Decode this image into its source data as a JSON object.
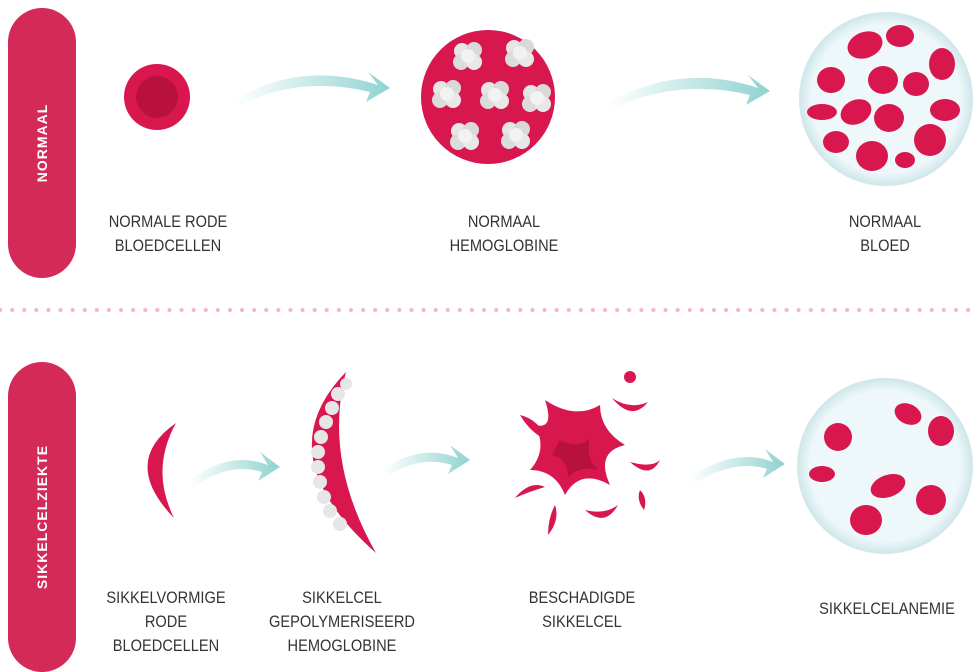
{
  "rows": {
    "normal": {
      "title": "NORMAAL",
      "labels": [
        "NORMALE RODE\nBLOEDCELLEN",
        "NORMAAL\nHEMOGLOBINE",
        "NORMAAL\nBLOED"
      ]
    },
    "sickle": {
      "title": "SIKKELCELZIEKTE",
      "labels": [
        "SIKKELVORMIGE\nRODE\nBLOEDCELLEN",
        "SIKKELCEL\nGEPOLYMERISEERD\nHEMOGLOBINE",
        "BESCHADIGDE\nSIKKELCEL",
        "SIKKELCELANEMIE"
      ]
    }
  },
  "colors": {
    "accent": "#d42a58",
    "cell": "#d8174f",
    "cell_dark": "#b8103f",
    "arrow": "#8fd3d0",
    "dish": "#e3f2f4",
    "divider": "#f2b8c8"
  }
}
